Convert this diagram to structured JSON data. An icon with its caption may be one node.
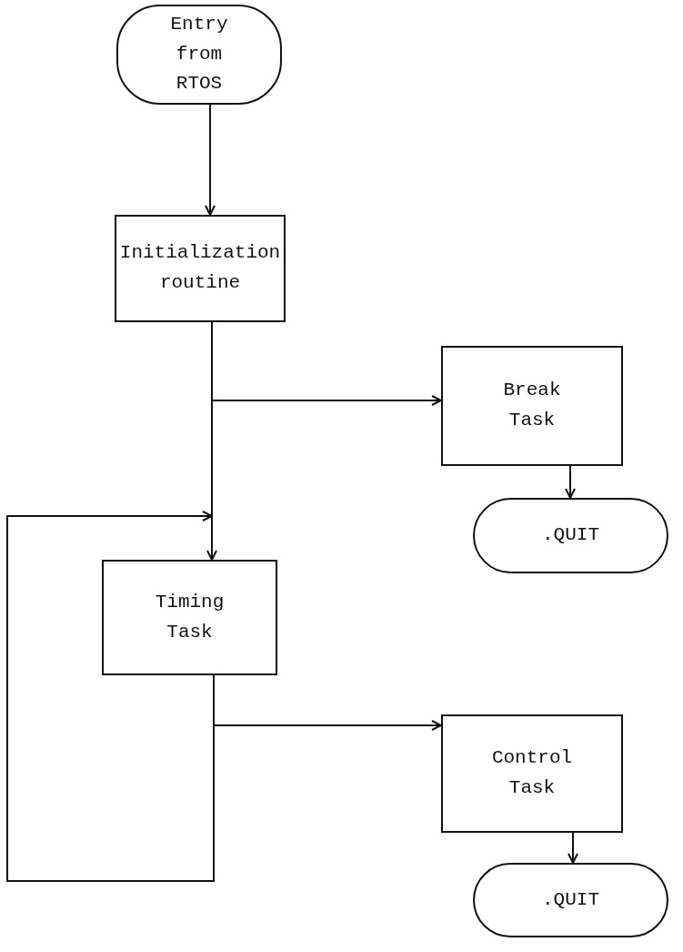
{
  "diagram": {
    "nodes": [
      {
        "text": [
          "Entry from RTOS"
        ]
      },
      {
        "text": [
          "Initialization routine"
        ]
      },
      {
        "text": [
          "Break Task"
        ]
      },
      {
        "text": [
          ".QUIT"
        ]
      },
      {
        "text": [
          "Timing Task"
        ]
      },
      {
        "text": [
          "Control Task"
        ]
      },
      {
        "text": [
          ".QUIT"
        ]
      }
    ],
    "edges": [
      {
        "from": 0,
        "to": 1,
        "arrow": "to"
      },
      {
        "from": 1,
        "to": 2,
        "arrow": "to"
      },
      {
        "from": 1,
        "to": 4,
        "arrow": "to"
      },
      {
        "from": 2,
        "to": 3,
        "arrow": "to"
      },
      {
        "from": 4,
        "to": 5,
        "arrow": "to"
      },
      {
        "from": 4,
        "to": 4,
        "arrow": "to"
      },
      {
        "from": 5,
        "to": 6,
        "arrow": "to"
      }
    ]
  }
}
